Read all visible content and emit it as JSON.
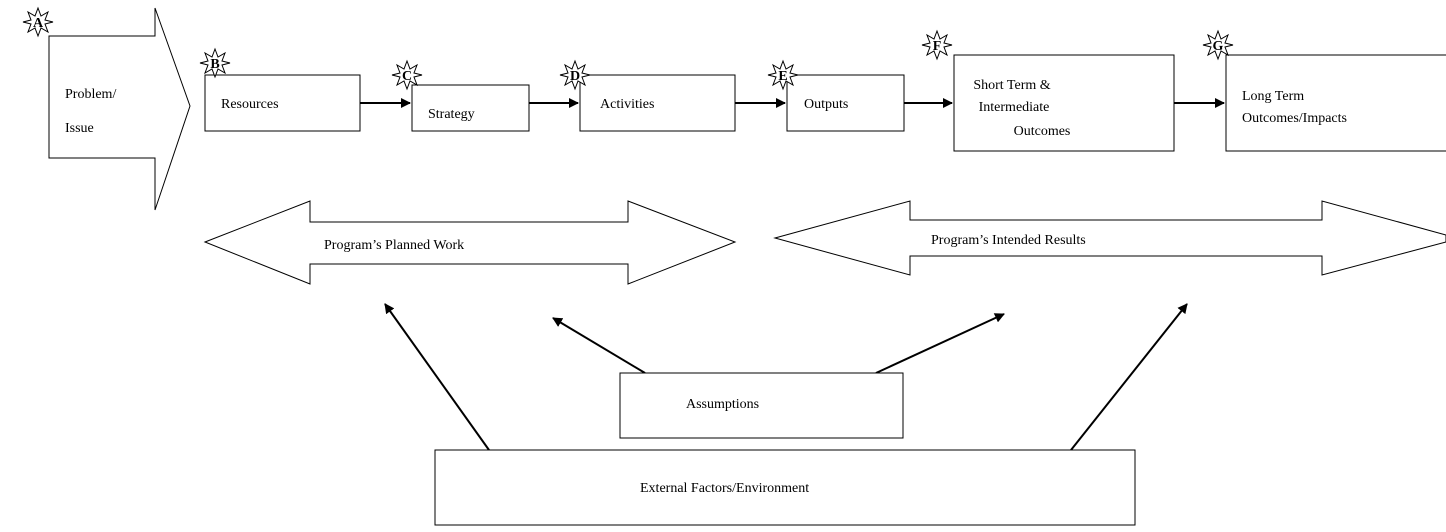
{
  "diagram": {
    "problem": {
      "badge": "A",
      "line1": "Problem/",
      "line2": "Issue"
    },
    "resources": {
      "badge": "B",
      "label": "Resources"
    },
    "strategy": {
      "badge": "C",
      "label": "Strategy"
    },
    "activities": {
      "badge": "D",
      "label": "Activities"
    },
    "outputs": {
      "badge": "E",
      "label": "Outputs"
    },
    "short_term": {
      "badge": "F",
      "line1": "Short Term &",
      "line2": "Intermediate",
      "line3": "Outcomes"
    },
    "long_term": {
      "badge": "G",
      "line1": "Long Term",
      "line2": "Outcomes/Impacts"
    },
    "planned_work": {
      "label": "Program’s Planned Work"
    },
    "intended_results": {
      "label": "Program’s Intended Results"
    },
    "assumptions": {
      "label": "Assumptions"
    },
    "external_factors": {
      "label": "External Factors/Environment"
    }
  }
}
